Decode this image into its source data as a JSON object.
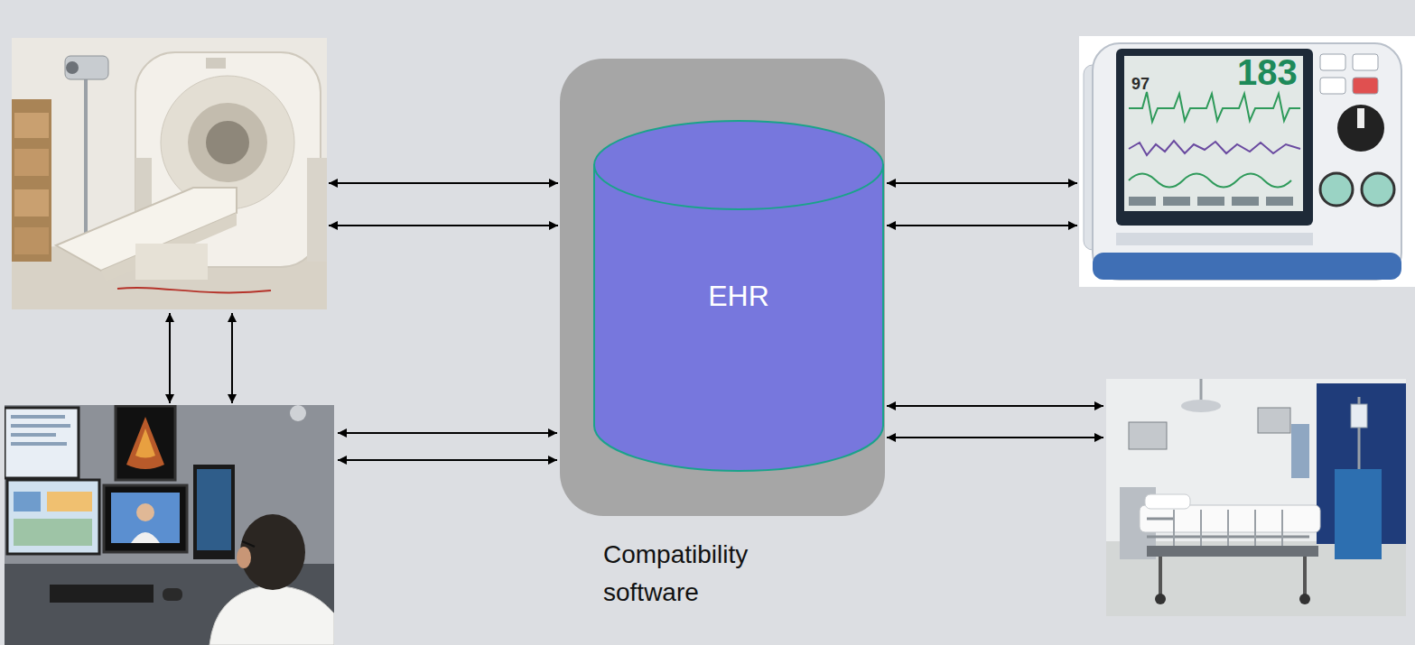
{
  "diagram": {
    "nodes": [
      {
        "text": [
          "Compatibility software"
        ]
      },
      {
        "text": [
          "EHR"
        ],
        "in": 0
      }
    ],
    "labels": [
      "97",
      "183"
    ]
  }
}
